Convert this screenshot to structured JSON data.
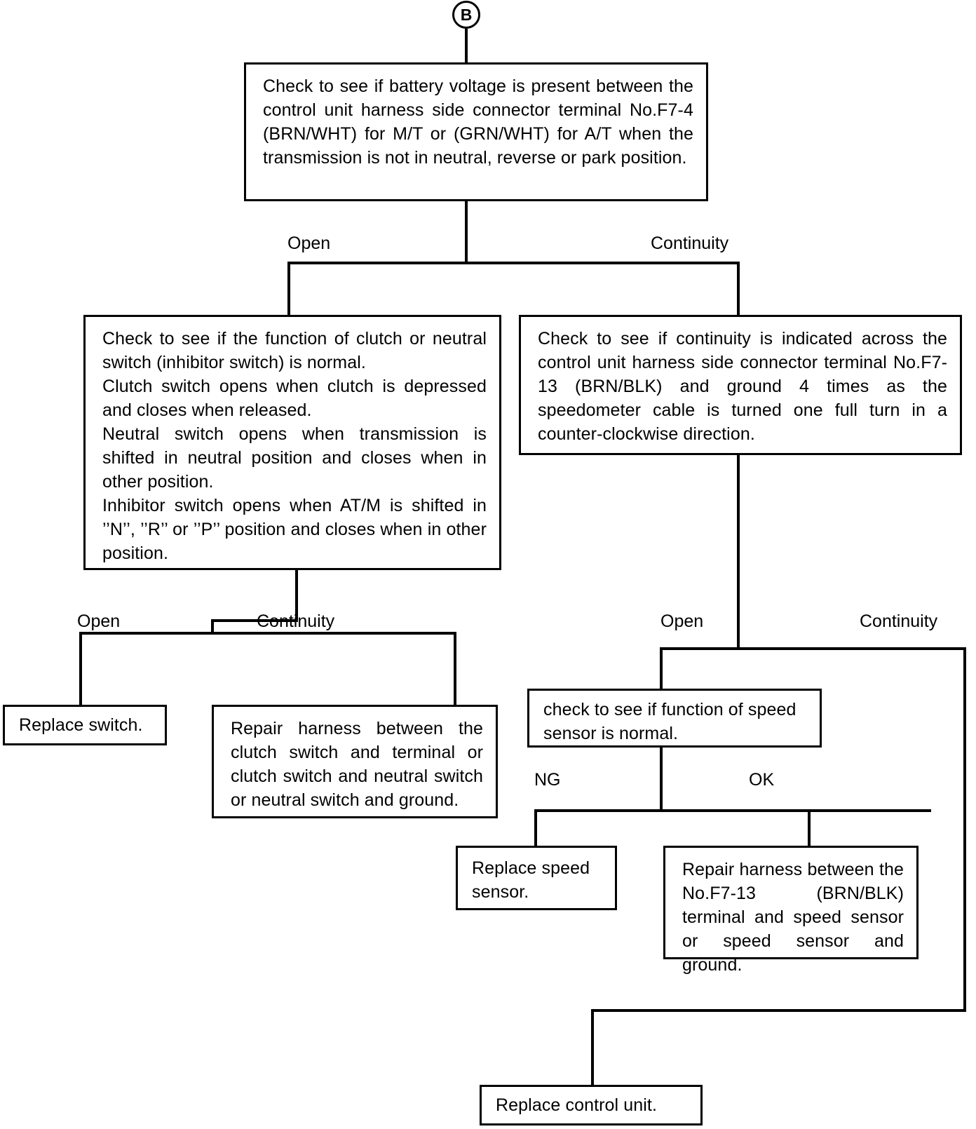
{
  "diagram": {
    "title": "Troubleshooting flowchart B",
    "connector": {
      "label": "B"
    },
    "nodes": {
      "check_battery_voltage": {
        "text": "Check to see if battery voltage is present between the control unit harness side connector terminal No.F7-4 (BRN/WHT) for M/T or (GRN/WHT) for A/T when the transmission is not in neutral, reverse or park position."
      },
      "check_clutch_neutral_switch": {
        "text": "Check to see if the function of clutch or neutral switch (inhibitor switch) is normal.\nClutch switch opens when clutch is depressed and closes when released.\nNeutral switch opens when transmission is shifted in neutral position and closes when in other position.\nInhibitor switch opens when AT/M is shifted in ’’N’’, ’’R’’ or ’’P’’ position and closes when in other position."
      },
      "check_continuity_f7_13": {
        "text": "Check to see if continuity is indicated across the control unit harness side connector terminal No.F7-13 (BRN/BLK) and ground 4 times as the speedometer cable is turned one full turn in a counter-clockwise direction."
      },
      "replace_switch": {
        "text": "Replace switch."
      },
      "repair_harness_clutch": {
        "text": "Repair harness between the clutch switch and terminal or clutch switch and neutral switch or neutral switch and ground."
      },
      "check_speed_sensor": {
        "text": "check to see if function of speed sensor is normal."
      },
      "replace_speed_sensor": {
        "text": "Replace speed sensor."
      },
      "repair_harness_speed_sensor": {
        "text": "Repair harness between the No.F7-13 (BRN/BLK) terminal and speed sensor or speed sensor and ground."
      },
      "replace_control_unit": {
        "text": "Replace control unit."
      }
    },
    "edge_labels": {
      "top_open": "Open",
      "top_continuity": "Continuity",
      "left_open": "Open",
      "left_continuity": "Continuity",
      "right_open": "Open",
      "right_continuity": "Continuity",
      "ng": "NG",
      "ok": "OK"
    }
  }
}
